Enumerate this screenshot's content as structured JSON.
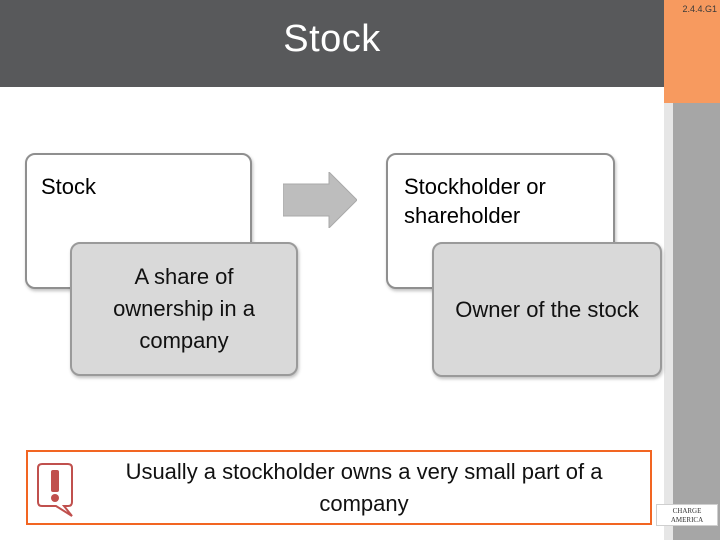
{
  "slide": {
    "code": "2.4.4.G1",
    "title": "Stock"
  },
  "left": {
    "term": "Stock",
    "definition": "A share of ownership in a company"
  },
  "right": {
    "term": "Stockholder or shareholder",
    "definition": "Owner of the stock"
  },
  "callout": {
    "text": "Usually a stockholder owns a very small part of a company",
    "icon": "exclamation-icon"
  },
  "logo": {
    "text": "CHARGE AMERICA"
  },
  "colors": {
    "title_bar": "#58595b",
    "accent_orange": "#f79a5f",
    "callout_border": "#f26522",
    "inner_box": "#d9d9d9",
    "arrow": "#bdbdbd"
  }
}
